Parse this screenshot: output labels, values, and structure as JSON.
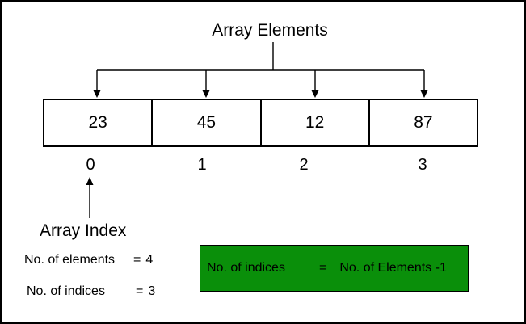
{
  "diagram": {
    "title": "Array Elements",
    "array": {
      "cells": [
        {
          "value": "23",
          "index": "0"
        },
        {
          "value": "45",
          "index": "1"
        },
        {
          "value": "12",
          "index": "2"
        },
        {
          "value": "87",
          "index": "3"
        }
      ]
    },
    "array_index_label": "Array Index",
    "facts": [
      {
        "label": "No. of elements",
        "equals": "=",
        "value": "4"
      },
      {
        "label": "No. of indices",
        "equals": "=",
        "value": "3"
      }
    ],
    "formula_box": {
      "left": "No. of indices",
      "equals": "=",
      "right": "No. of Elements -1",
      "background_color": "#0a8f0a",
      "text_color": "#000000"
    },
    "colors": {
      "background": "#ffffff",
      "line": "#000000",
      "outer_border": "#000000"
    }
  }
}
